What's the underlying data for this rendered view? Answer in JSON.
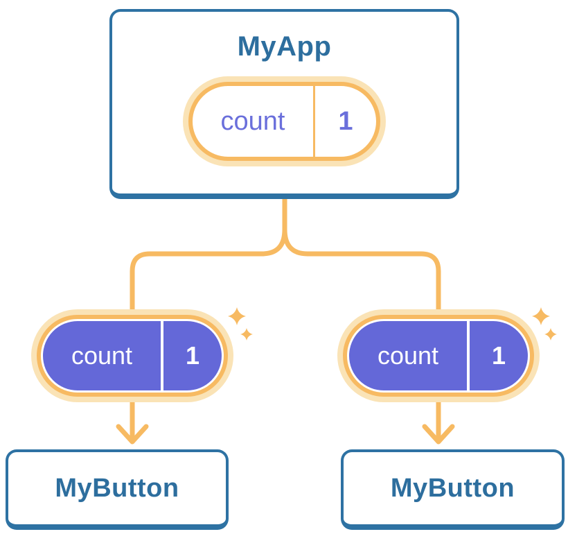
{
  "colors": {
    "card_border_blue": "#2E72A3",
    "card_text_blue": "#2D6E9E",
    "accent_orange": "#F7BA62",
    "halo_orange": "#FAE3B6",
    "pill_purple": "#6468D8",
    "pill_text_purple": "#6A6FDB",
    "background": "#FFFFFF"
  },
  "icons": {
    "sparkle": "sparkle-icon",
    "arrow_down": "arrow-down-icon"
  },
  "tree": {
    "root": {
      "title": "MyApp",
      "state": {
        "name": "count",
        "value": "1"
      }
    },
    "children": [
      {
        "state": {
          "name": "count",
          "value": "1"
        },
        "component": {
          "title": "MyButton"
        }
      },
      {
        "state": {
          "name": "count",
          "value": "1"
        },
        "component": {
          "title": "MyButton"
        }
      }
    ]
  }
}
